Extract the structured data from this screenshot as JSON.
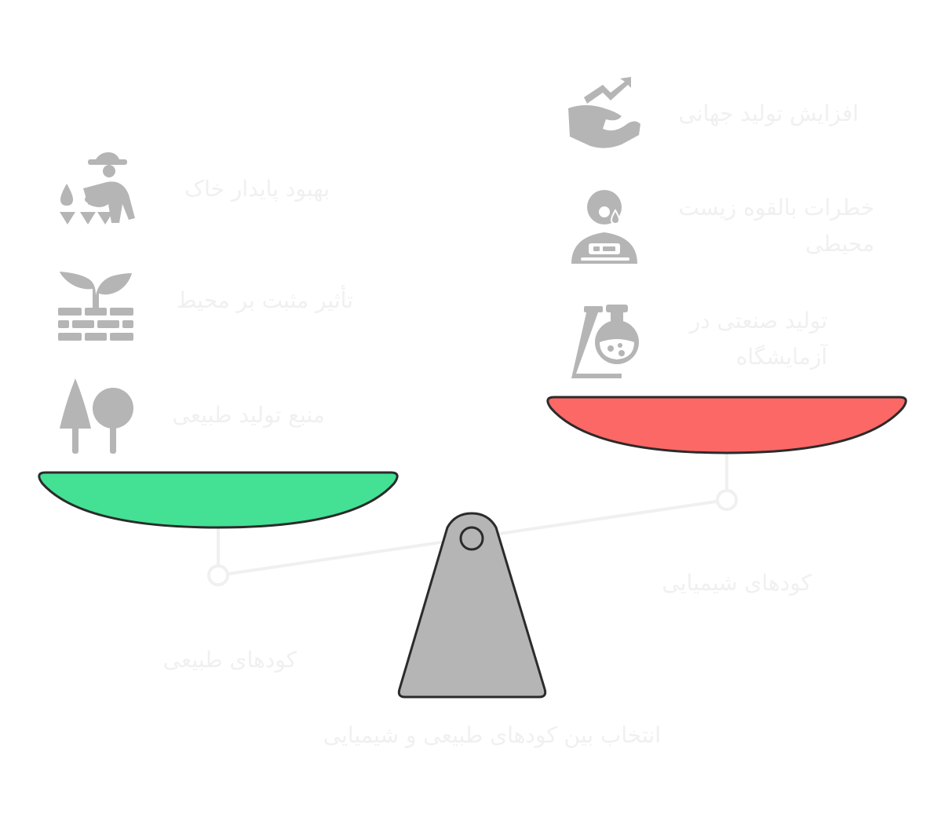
{
  "title": "انتخاب بین کودهای طبیعی و شیمیایی",
  "left_pan": {
    "label": "کودهای طبیعی",
    "color": "#44e094",
    "items": [
      {
        "text": "بهبود پایدار خاک",
        "icon": "farmer-watering-icon"
      },
      {
        "text": "تأثیر مثبت بر محیط",
        "icon": "sprout-on-bricks-icon"
      },
      {
        "text": "منبع تولید طبیعی",
        "icon": "trees-icon"
      }
    ]
  },
  "right_pan": {
    "label": "کودهای شیمیایی",
    "color": "#fc6866",
    "items": [
      {
        "text": "افزایش تولید جهانی",
        "icon": "growth-chart-hands-icon"
      },
      {
        "text": "خطرات بالقوه زیست محیطی",
        "icon": "sick-person-icon"
      },
      {
        "text": "تولید صنعتی در آزمایشگاه",
        "icon": "lab-flask-icon"
      }
    ]
  },
  "colors": {
    "pan_outline": "#2b2b2b",
    "fulcrum": "#b5b5b5",
    "icon": "#b5b5b5",
    "text": "#f0f0f0",
    "beam": "#f0f0f0"
  }
}
